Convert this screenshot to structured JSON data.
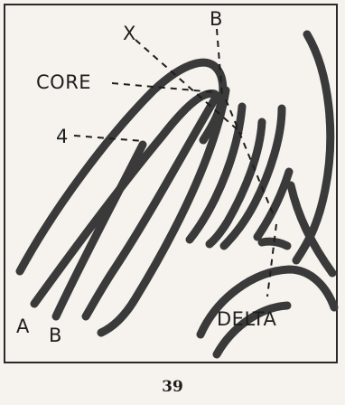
{
  "labels": {
    "x": "X",
    "b_top": "B",
    "core": "CORE",
    "four": "4",
    "a": "A",
    "b_bottom": "B",
    "delta": "DELTA"
  },
  "caption": "39"
}
